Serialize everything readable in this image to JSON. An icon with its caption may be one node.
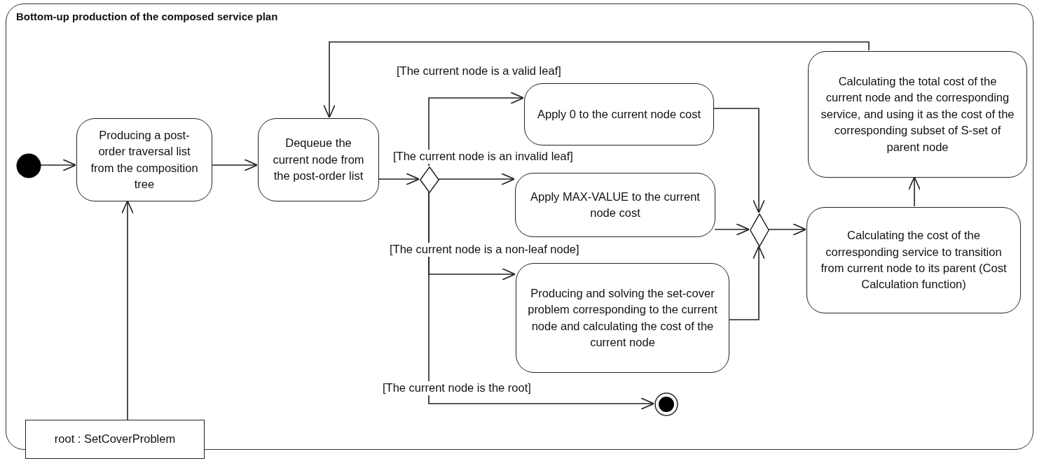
{
  "diagram": {
    "nodes": [
      {
        "text": [
          "Bottom-up production of the composed service plan"
        ]
      },
      {
        "text": [],
        "shape": "circle",
        "in": 0
      },
      {
        "text": [
          "Producing a post-order traversal list from the composition tree"
        ],
        "in": 0
      },
      {
        "text": [
          "Dequeue the current node from the post-order list"
        ],
        "in": 0
      },
      {
        "text": [],
        "shape": "diamond",
        "in": 0
      },
      {
        "text": [
          "Apply 0 to the current node cost"
        ],
        "in": 0
      },
      {
        "text": [
          "Apply MAX-VALUE to the current node cost"
        ],
        "in": 0
      },
      {
        "text": [
          "Producing and solving the set-cover problem corresponding to the current node and calculating the cost of the current node"
        ],
        "in": 0
      },
      {
        "text": [],
        "shape": "diamond",
        "in": 0
      },
      {
        "text": [
          "Calculating the cost of the corresponding service to transition from current node to its parent (Cost Calculation function)"
        ],
        "in": 0
      },
      {
        "text": [
          "Calculating the total cost of the current node and the corresponding service, and using it as the cost of the corresponding subset of S-set of parent node"
        ],
        "in": 0
      },
      {
        "text": [],
        "shape": "bullseye",
        "in": 0
      },
      {
        "text": [
          "root : SetCoverProblem"
        ]
      }
    ],
    "edges": [
      {
        "from": 1,
        "to": 2,
        "arrow": "to"
      },
      {
        "from": 2,
        "to": 3,
        "arrow": "to"
      },
      {
        "from": 3,
        "to": 4,
        "arrow": "to"
      },
      {
        "from": 4,
        "to": 5,
        "arrow": "to",
        "label": "[The current node is a valid leaf]"
      },
      {
        "from": 4,
        "to": 6,
        "arrow": "to",
        "label": "[The current node is an invalid leaf]"
      },
      {
        "from": 4,
        "to": 7,
        "arrow": "to",
        "label": "[The current node is a non-leaf node]"
      },
      {
        "from": 4,
        "to": 11,
        "arrow": "to",
        "label": "[The current node is the root]"
      },
      {
        "from": 5,
        "to": 8,
        "arrow": "to"
      },
      {
        "from": 6,
        "to": 8,
        "arrow": "to"
      },
      {
        "from": 7,
        "to": 8,
        "arrow": "to"
      },
      {
        "from": 8,
        "to": 9,
        "arrow": "to"
      },
      {
        "from": 9,
        "to": 10,
        "arrow": "to"
      },
      {
        "from": 10,
        "to": 3,
        "arrow": "to"
      },
      {
        "from": 12,
        "to": 2,
        "arrow": "to"
      }
    ]
  }
}
